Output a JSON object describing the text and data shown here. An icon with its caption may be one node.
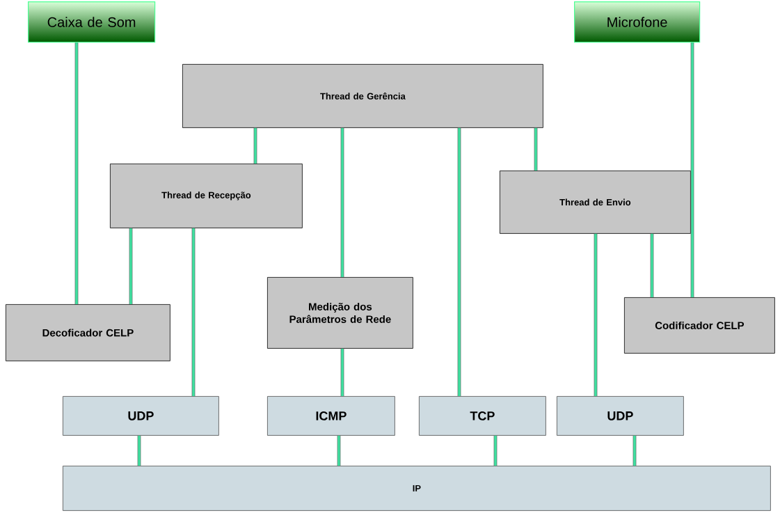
{
  "diagram": {
    "nodes": [
      {
        "text": [
          "Caixa de Som"
        ]
      },
      {
        "text": [
          "Microfone"
        ]
      },
      {
        "text": [
          "Thread de Gerência"
        ]
      },
      {
        "text": [
          "Thread de Recepção"
        ]
      },
      {
        "text": [
          "Thread de Envio"
        ]
      },
      {
        "text": [
          "Decoficador CELP"
        ]
      },
      {
        "text": [
          "Medição dos Parâmetros de Rede"
        ]
      },
      {
        "text": [
          "Codificador CELP"
        ]
      },
      {
        "text": [
          "UDP"
        ]
      },
      {
        "text": [
          "ICMP"
        ]
      },
      {
        "text": [
          "TCP"
        ]
      },
      {
        "text": [
          "UDP"
        ]
      },
      {
        "text": [
          "IP"
        ]
      }
    ],
    "edges": [
      {
        "from": 0,
        "to": 5,
        "arrow": "none"
      },
      {
        "from": 1,
        "to": 7,
        "arrow": "none"
      },
      {
        "from": 2,
        "to": 3,
        "arrow": "none"
      },
      {
        "from": 2,
        "to": 6,
        "arrow": "none"
      },
      {
        "from": 2,
        "to": 10,
        "arrow": "none"
      },
      {
        "from": 2,
        "to": 4,
        "arrow": "none"
      },
      {
        "from": 3,
        "to": 5,
        "arrow": "none"
      },
      {
        "from": 3,
        "to": 8,
        "arrow": "none"
      },
      {
        "from": 4,
        "to": 11,
        "arrow": "none"
      },
      {
        "from": 4,
        "to": 7,
        "arrow": "none"
      },
      {
        "from": 6,
        "to": 9,
        "arrow": "none"
      },
      {
        "from": 8,
        "to": 12,
        "arrow": "none"
      },
      {
        "from": 9,
        "to": 12,
        "arrow": "none"
      },
      {
        "from": 10,
        "to": 12,
        "arrow": "none"
      },
      {
        "from": 11,
        "to": 12,
        "arrow": "none"
      }
    ]
  }
}
